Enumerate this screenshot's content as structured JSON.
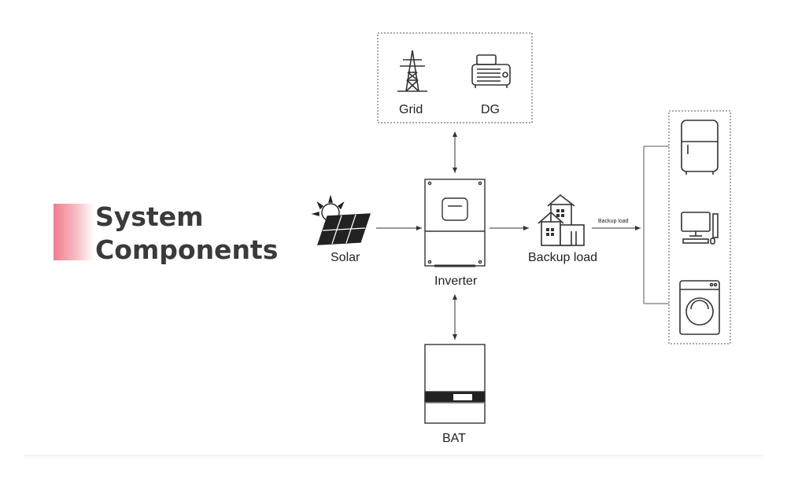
{
  "title": {
    "line1": "System",
    "line2": "Components"
  },
  "nodes": {
    "grid": "Grid",
    "dg": "DG",
    "solar": "Solar",
    "inverter": "Inverter",
    "backup": "Backup load",
    "bat": "BAT"
  },
  "edge_label": "Backup load",
  "colors": {
    "accent": "#ef7c8c",
    "line": "#333333",
    "title": "#3a3a3a"
  },
  "icons": [
    "transmission-tower-icon",
    "generator-icon",
    "solar-panel-icon",
    "inverter-icon",
    "house-icon",
    "battery-icon",
    "refrigerator-icon",
    "computer-icon",
    "washing-machine-icon"
  ]
}
